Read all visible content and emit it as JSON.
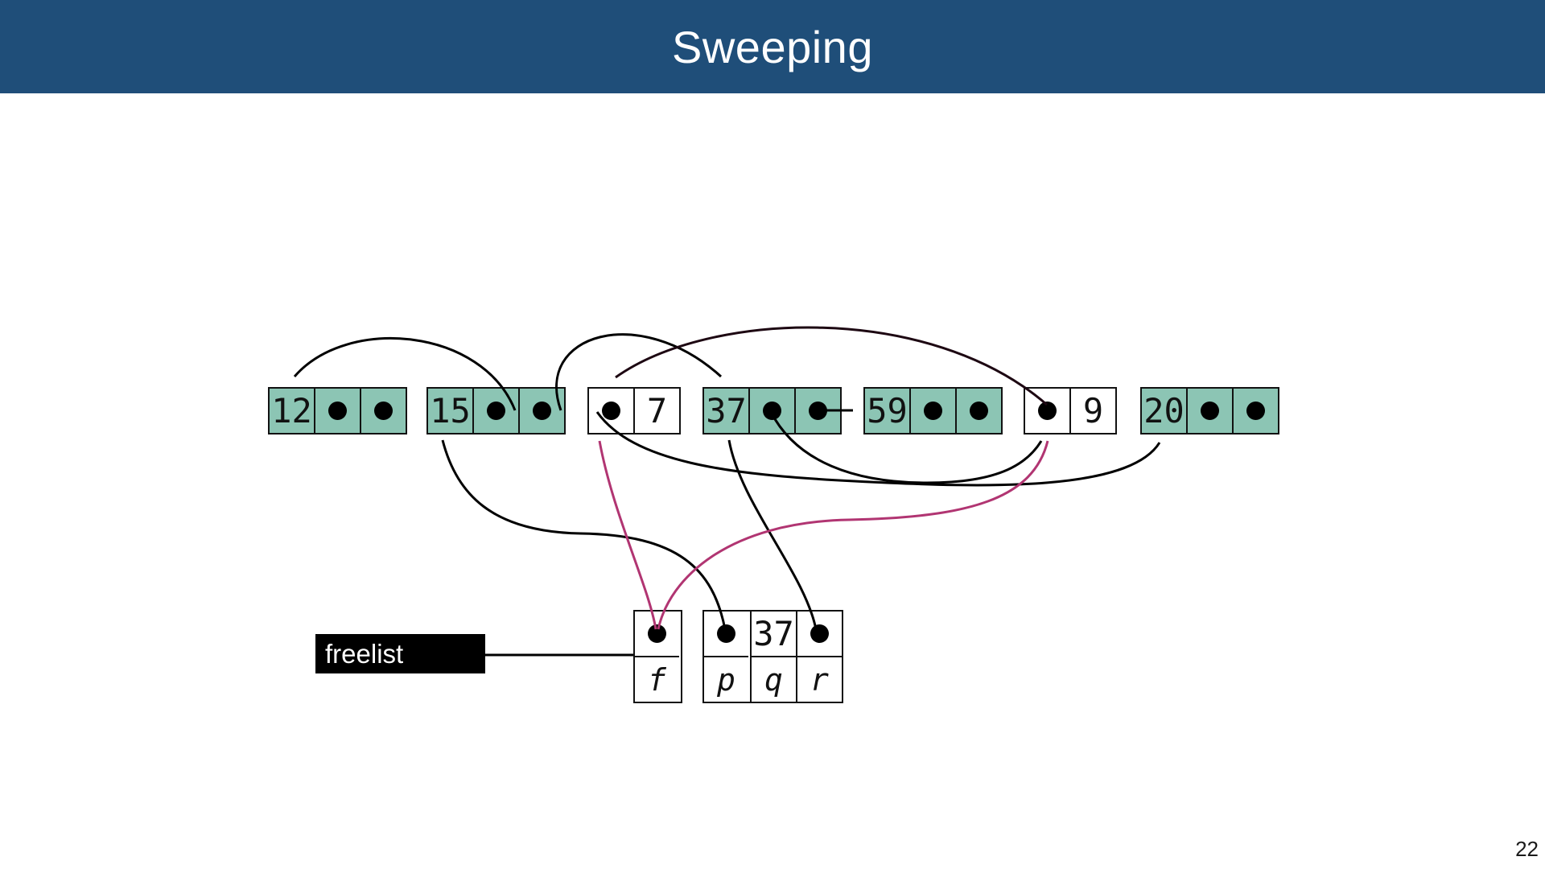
{
  "slide": {
    "title": "Sweeping",
    "page_number": "22"
  },
  "colors": {
    "banner_blue": "#1f4e79",
    "live_block_fill": "#8cc5b4",
    "free_block_fill": "#ffffff",
    "new_link_arrow": "#b13572",
    "pointer_arrow": "#000000"
  },
  "heap": {
    "blocks": [
      {
        "label": "12",
        "kind": "live",
        "cells": [
          "value",
          "pointer",
          "pointer"
        ]
      },
      {
        "label": "15",
        "kind": "live",
        "cells": [
          "value",
          "pointer",
          "pointer"
        ]
      },
      {
        "label": "7",
        "kind": "free",
        "cells": [
          "pointer",
          "value"
        ]
      },
      {
        "label": "37",
        "kind": "live",
        "cells": [
          "value",
          "pointer",
          "pointer"
        ]
      },
      {
        "label": "59",
        "kind": "live",
        "cells": [
          "value",
          "pointer",
          "pointer"
        ]
      },
      {
        "label": "9",
        "kind": "free",
        "cells": [
          "pointer",
          "value"
        ]
      },
      {
        "label": "20",
        "kind": "live",
        "cells": [
          "value",
          "pointer",
          "pointer"
        ]
      }
    ]
  },
  "freelist": {
    "label": "freelist",
    "pointer_label": "f"
  },
  "roots": {
    "p_label": "p",
    "q_label": "q",
    "r_label": "r",
    "q_value": "37"
  },
  "edges": [
    {
      "from": "block-15.field1",
      "to": "block-12.header-top",
      "color": "black"
    },
    {
      "from": "block-15.field2",
      "to": "block-37.header-top",
      "color": "black"
    },
    {
      "from": "block-9.next",
      "to": "block-7.next-cell-top",
      "color": "dark"
    },
    {
      "from": "block-37.field2",
      "to": "block-59.left-edge",
      "color": "black"
    },
    {
      "from": "block-37.field1",
      "to": "block-9.next-cell-bottom",
      "color": "black"
    },
    {
      "from": "block-7.next",
      "to": "block-20.header-bottom",
      "color": "black"
    },
    {
      "from": "var-p",
      "to": "block-15.header-bottom",
      "color": "black"
    },
    {
      "from": "var-r",
      "to": "block-37.header-bottom",
      "color": "black"
    },
    {
      "from": "var-f",
      "to": "block-7.next-cell-bottom",
      "color": "magenta"
    },
    {
      "from": "var-f",
      "to": "block-9.next-cell-bottom",
      "color": "magenta"
    },
    {
      "from": "freelist-tag",
      "to": "var-f.left-edge",
      "color": "black"
    }
  ]
}
